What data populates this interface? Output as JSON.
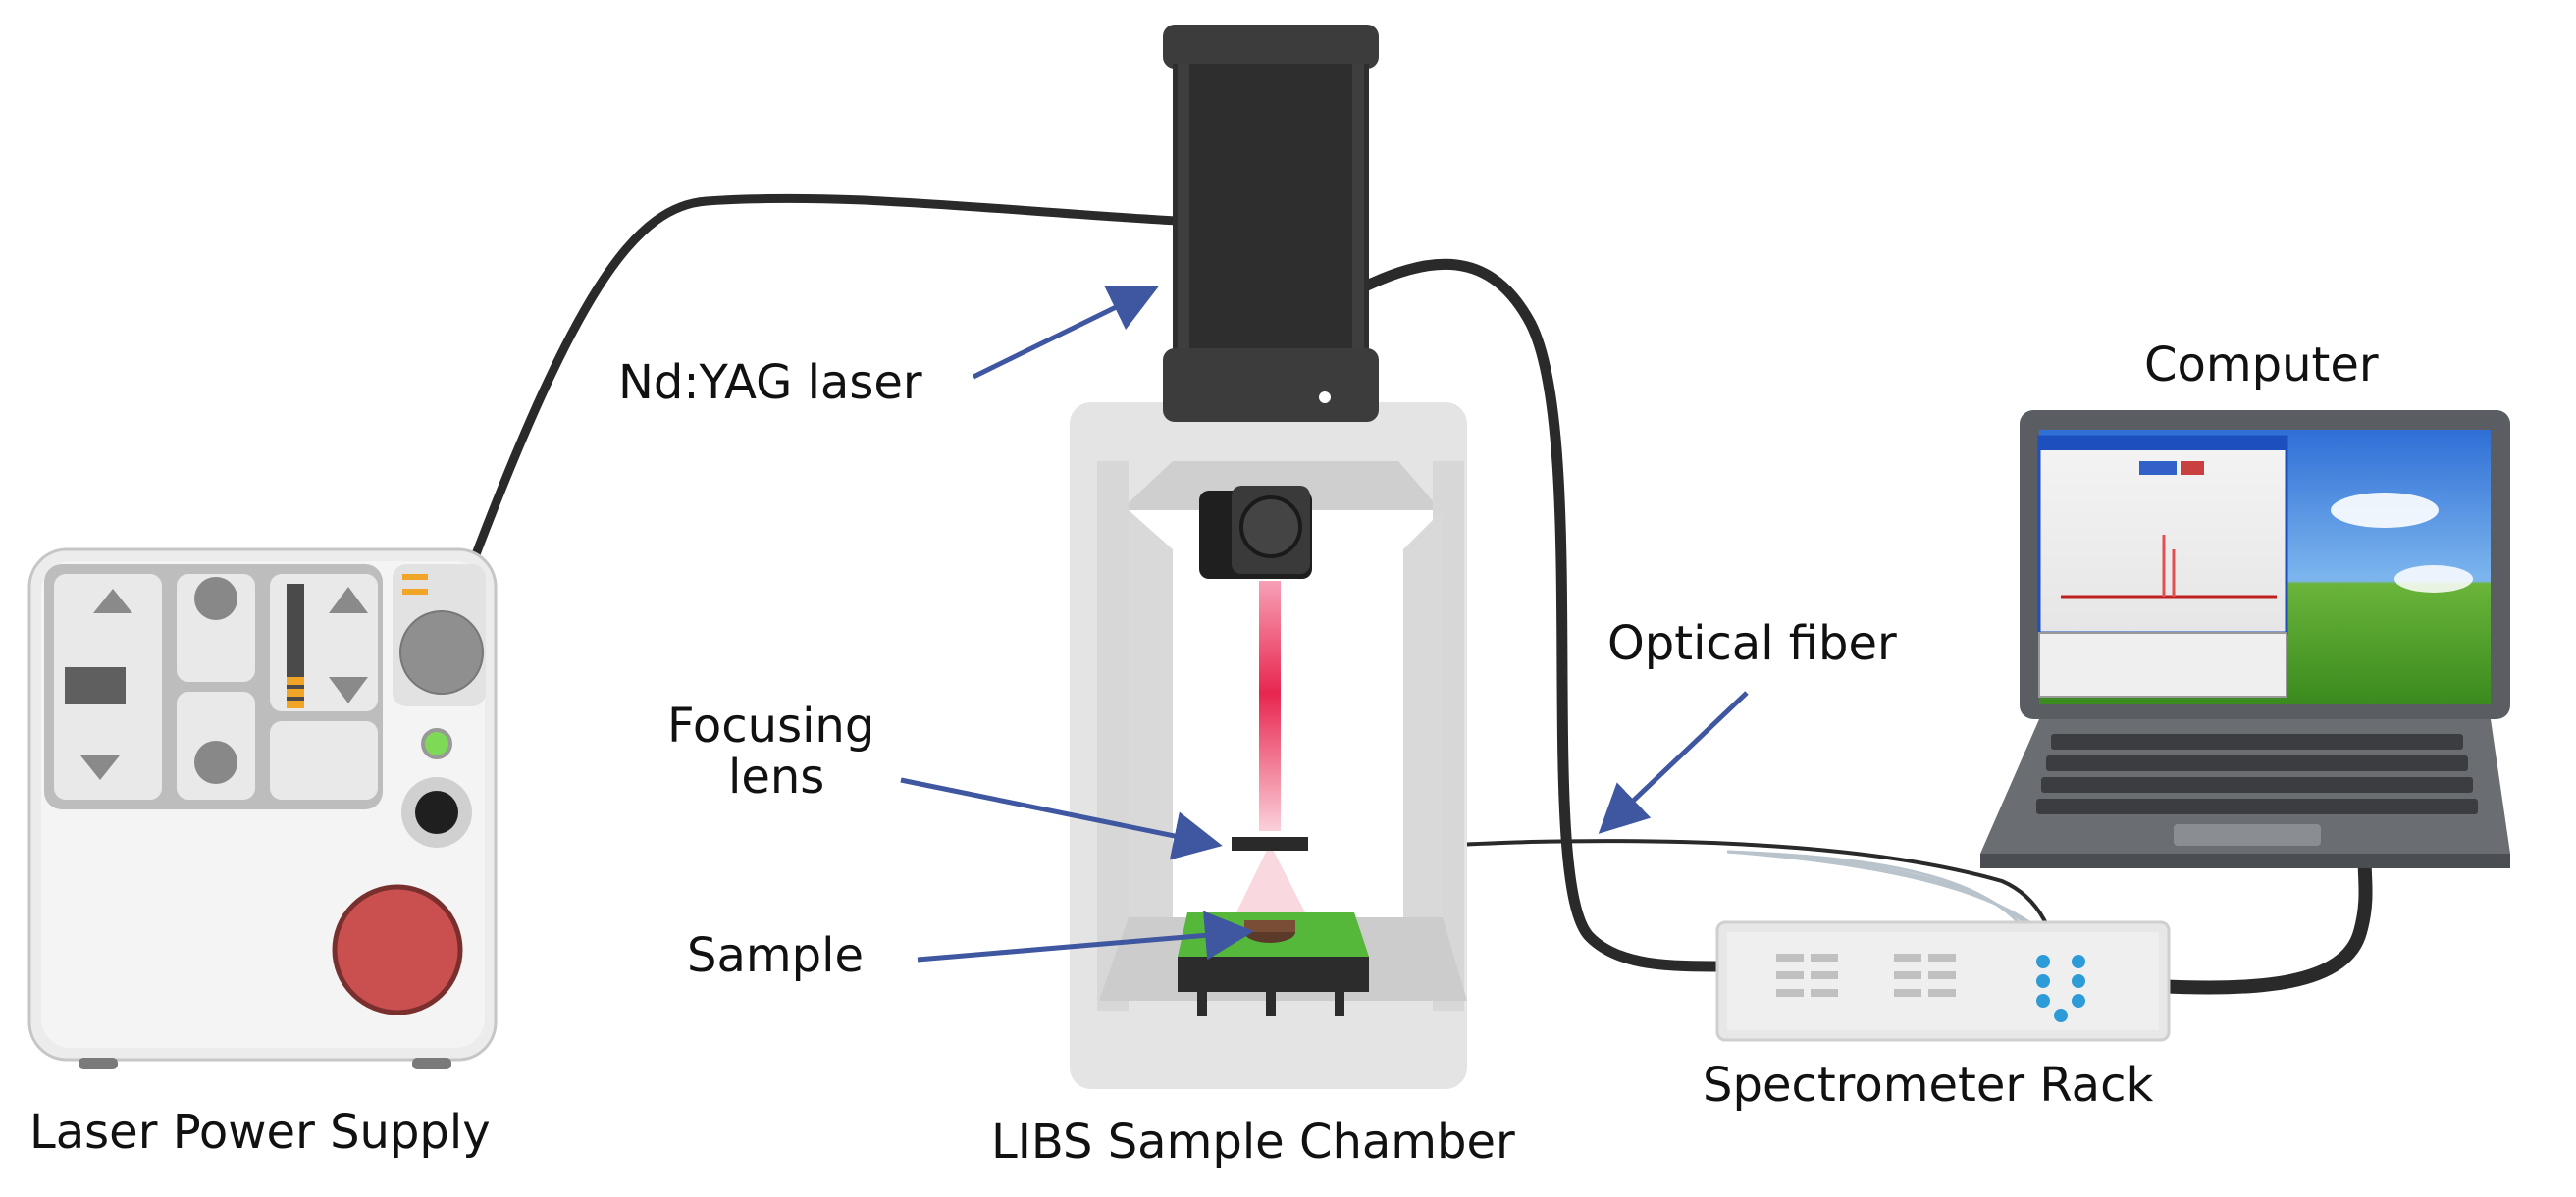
{
  "labels": {
    "laser": "Nd:YAG laser",
    "computer": "Computer",
    "optical_fiber": "Optical fiber",
    "focusing_lens_line1": "Focusing",
    "focusing_lens_line2": "lens",
    "sample": "Sample",
    "power_supply": "Laser Power Supply",
    "chamber": "LIBS Sample Chamber",
    "spectrometer": "Spectrometer Rack"
  },
  "colors": {
    "cable": "#2a2a2a",
    "arrow": "#3f56a0",
    "laser_body": "#2e2e2e",
    "chamber_frame": "#e4e4e4",
    "beam": "#e8264f",
    "sample_board": "#55b83a",
    "power_button": "#c9504f",
    "indicator_led": "#7ed957",
    "fiber_tip": "#2d9bd8",
    "laptop_body": "#5a5d62"
  }
}
